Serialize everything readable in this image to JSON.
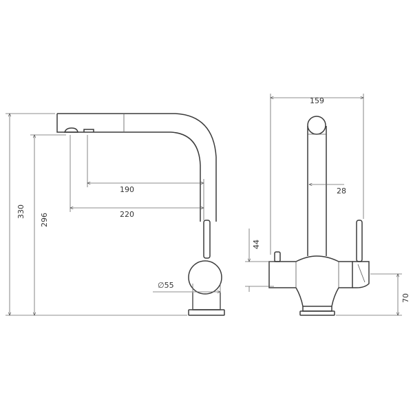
{
  "dimensions": {
    "total_height": "330",
    "spout_height": "296",
    "reach_inner": "190",
    "reach_outer": "220",
    "base_diameter": "∅55",
    "width": "159",
    "offset": "28",
    "lever_height": "44",
    "base_height": "70"
  }
}
